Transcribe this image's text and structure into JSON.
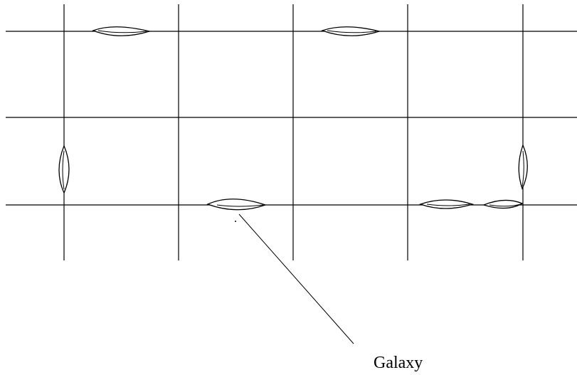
{
  "diagram": {
    "label": "Galaxy",
    "horizontal_line_count": 3,
    "vertical_line_count": 5,
    "galaxy_count": 7
  }
}
